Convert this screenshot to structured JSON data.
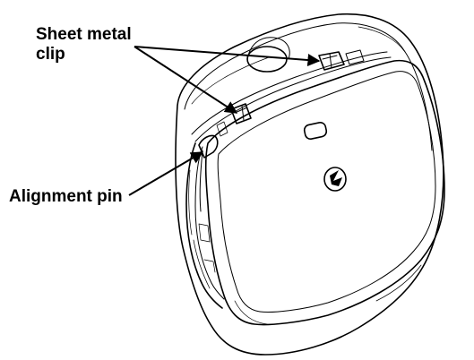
{
  "callouts": {
    "sheet_metal_clip_line1": "Sheet metal",
    "sheet_metal_clip_line2": "clip",
    "alignment_pin": "Alignment pin"
  }
}
